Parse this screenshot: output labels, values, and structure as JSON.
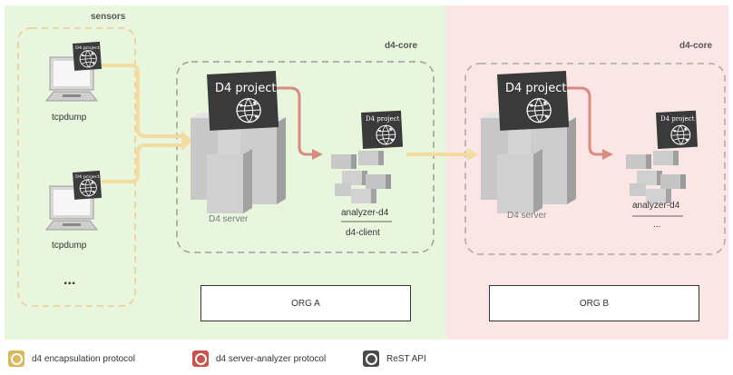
{
  "labels": {
    "sensors": "sensors",
    "d4_core_a": "d4-core",
    "d4_core_b": "d4-core",
    "tcpdump_1": "tcpdump",
    "tcpdump_2": "tcpdump",
    "sensor_more": "...",
    "d4_server_a": "D4 server",
    "d4_server_b": "D4 server",
    "analyzer_a": "analyzer-d4",
    "d4_client": "d4-client",
    "analyzer_b": "analyzer-d4",
    "analyzer_b_more": "...",
    "org_a": "ORG A",
    "org_b": "ORG B",
    "logo_large": "D4 project",
    "logo_small": "D4 project"
  },
  "legend": [
    {
      "label": "d4 encapsulation protocol",
      "color": "#d9b85c"
    },
    {
      "label": "d4 server-analyzer protocol",
      "color": "#c9524a"
    },
    {
      "label": "ReST API",
      "color": "#4a4a4a"
    }
  ],
  "colors": {
    "org_a_bg": "#e9f6de",
    "org_b_bg": "#fbe6e6",
    "encapsulation_arrow": "#f2dca0",
    "analyzer_arrow": "#d98b80"
  }
}
